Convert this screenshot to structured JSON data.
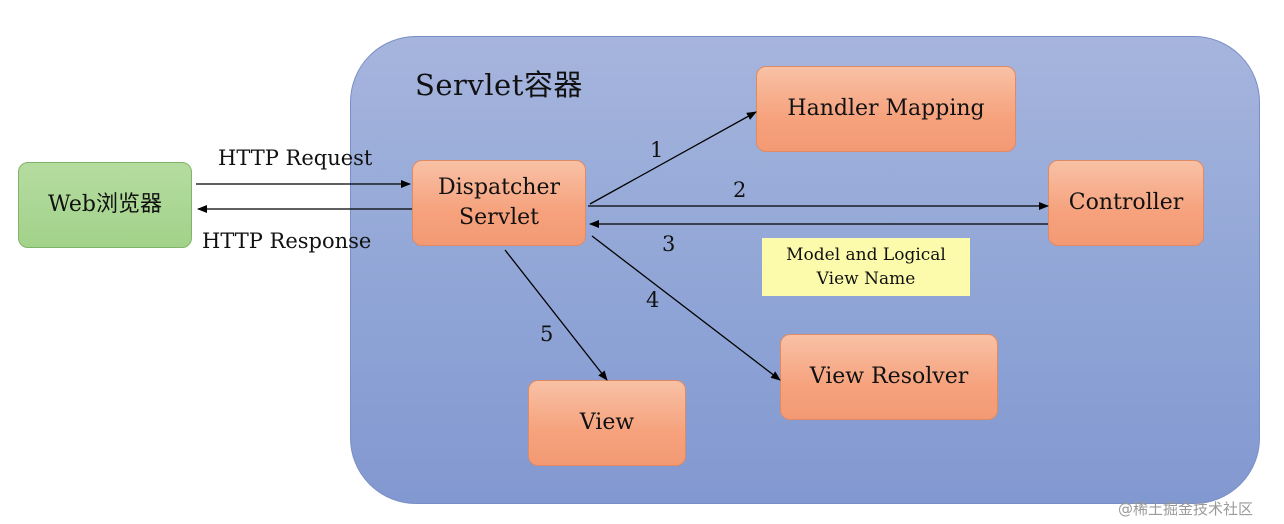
{
  "container": {
    "title": "Servlet容器"
  },
  "nodes": {
    "browser": "Web浏览器",
    "dispatcher_line1": "Dispatcher",
    "dispatcher_line2": "Servlet",
    "handler_mapping": "Handler Mapping",
    "controller": "Controller",
    "view_resolver": "View Resolver",
    "view": "View"
  },
  "note": {
    "line1": "Model and Logical",
    "line2": "View Name"
  },
  "labels": {
    "request": "HTTP Request",
    "response": "HTTP Response"
  },
  "steps": [
    "1",
    "2",
    "3",
    "4",
    "5"
  ],
  "watermark": "@稀土掘金技术社区",
  "colors": {
    "container": "#90a5d6",
    "component": "#f6a27d",
    "browser": "#a2d28a",
    "note": "#fbfbab"
  }
}
